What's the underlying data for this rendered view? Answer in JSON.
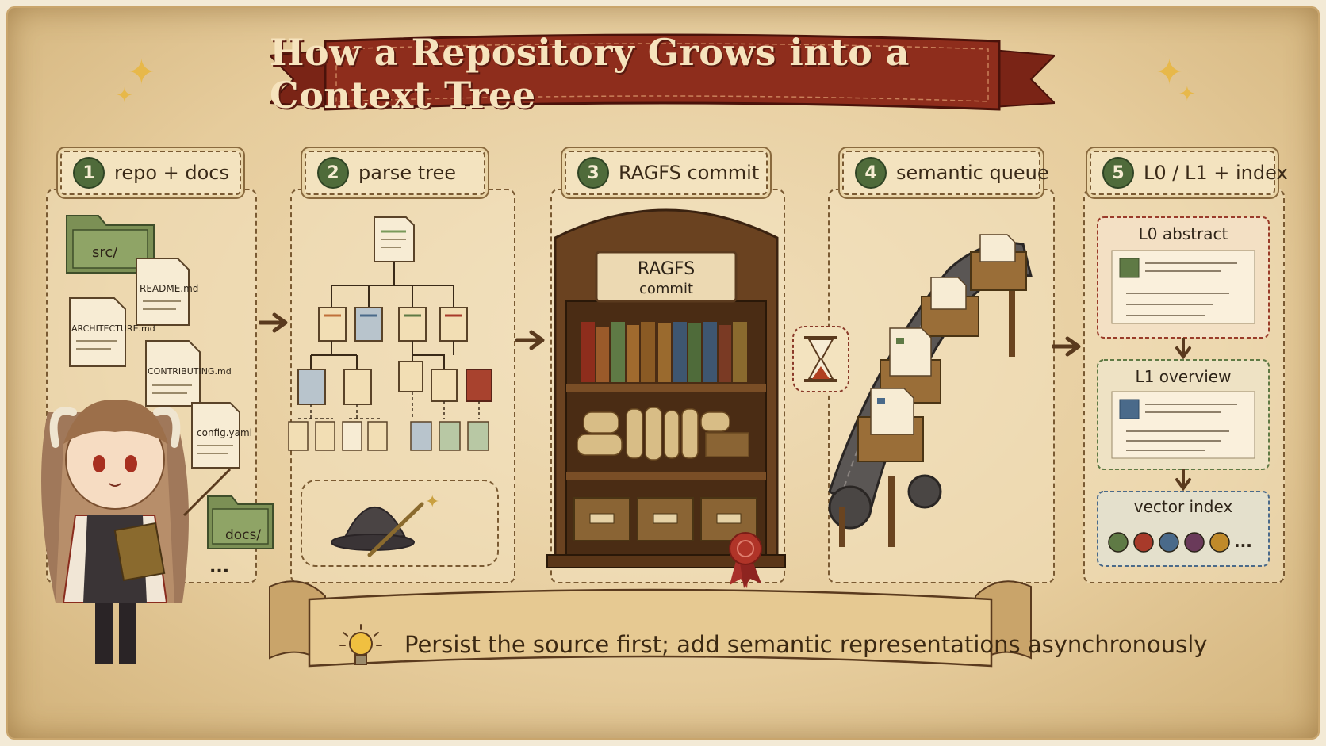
{
  "title": "How a Repository Grows into a Context Tree",
  "steps": [
    {
      "number": "1",
      "label": "repo + docs"
    },
    {
      "number": "2",
      "label": "parse tree"
    },
    {
      "number": "3",
      "label": "RAGFS commit"
    },
    {
      "number": "4",
      "label": "semantic queue"
    },
    {
      "number": "5",
      "label": "L0 / L1 + index"
    }
  ],
  "repo_items": {
    "src": "src/",
    "readme": "README.md",
    "architecture": "ARCHITECTURE.md",
    "contributing": "CONTRIBUTING.md",
    "config": "config.yaml",
    "docs": "docs/",
    "more": "..."
  },
  "commit_sign": {
    "line1": "RAGFS",
    "line2": "commit"
  },
  "layers": {
    "l0": "L0 abstract",
    "l1": "L1 overview",
    "index": "vector index",
    "index_more": "..."
  },
  "footer": "Persist the source first; add semantic representations asynchronously",
  "colors": {
    "banner_red": "#8e2d1c",
    "step_green": "#4f6b3a",
    "parchment": "#ead3a6",
    "ink": "#3a2a18",
    "l0_border": "#9a3b2a",
    "l1_border": "#5f7a45",
    "index_border": "#4a6a8a"
  },
  "icons": [
    "folder-icon",
    "document-icon",
    "hourglass-icon",
    "lightbulb-icon",
    "wizard-hat-icon",
    "bookshelf-icon",
    "conveyor-icon",
    "wax-seal-icon"
  ]
}
